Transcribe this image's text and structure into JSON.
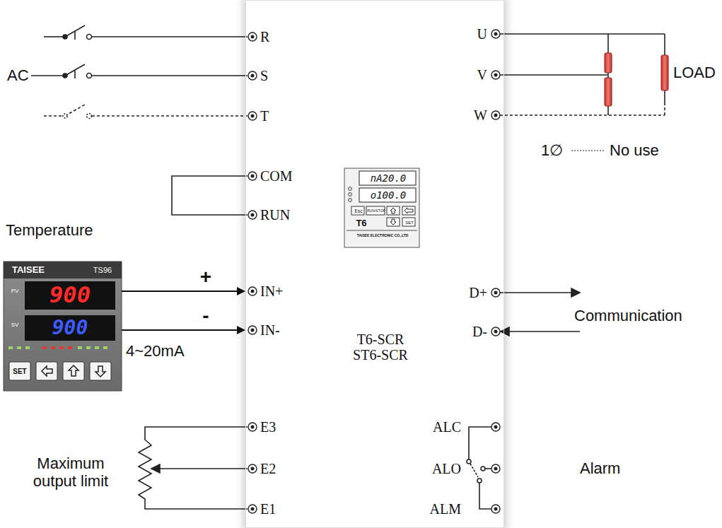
{
  "diagram": {
    "nodes": [
      {
        "text": [
          "T6-SCR ST6-SCR"
        ]
      },
      {
        "text": [
          "nA20.0",
          "o100.0",
          "Esc",
          "RUN/STOP",
          "T6",
          "SET",
          "TAISEE ELECTRONIC CO.,LTD"
        ],
        "in": 0
      },
      {
        "text": [
          "TAISEE",
          "TS96",
          "PV",
          "900",
          "SV",
          "900",
          "SET"
        ]
      }
    ],
    "edges": [
      {
        "from": 2,
        "to": 0,
        "arrow": "to",
        "label": "+"
      },
      {
        "from": 2,
        "to": 0,
        "arrow": "to",
        "label": "-"
      }
    ],
    "labels": [
      "AC",
      "R",
      "S",
      "T",
      "COM",
      "RUN",
      "Temperature",
      "IN+",
      "IN-",
      "4~20mA",
      "E3",
      "E2",
      "E1",
      "Maximum output limit",
      "U",
      "V",
      "W",
      "LOAD",
      "1∅",
      "No use",
      "D+",
      "D-",
      "Communication",
      "ALC",
      "ALO",
      "ALM",
      "Alarm"
    ]
  }
}
